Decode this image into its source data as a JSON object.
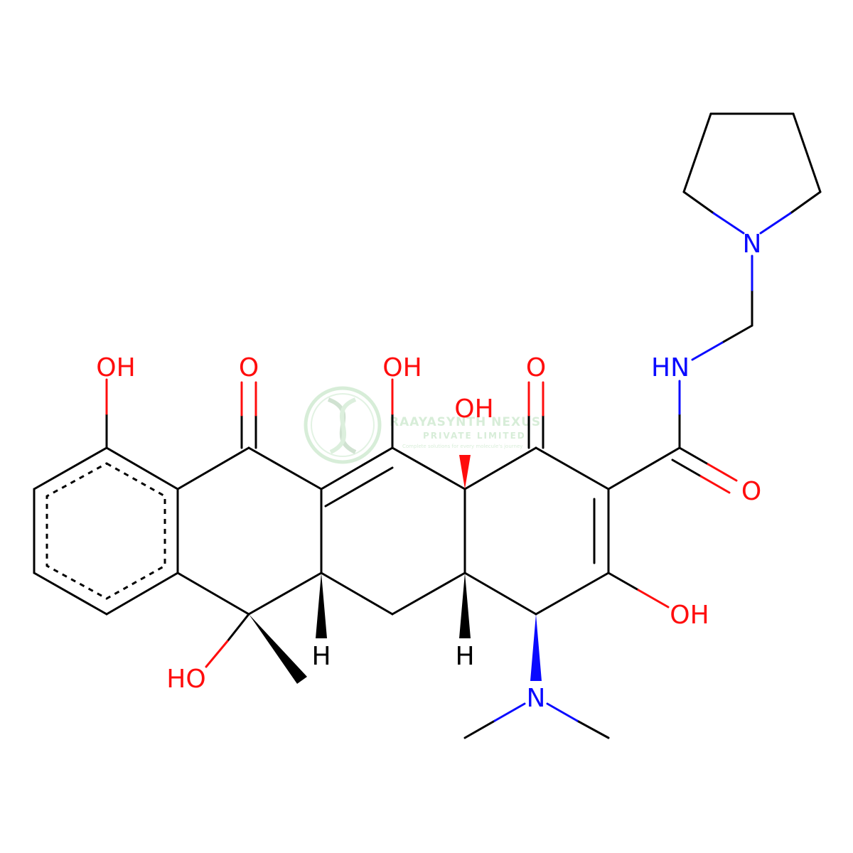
{
  "molecule": {
    "colors": {
      "carbon_bond": "#000000",
      "oxygen": "#ff0d0d",
      "nitrogen": "#0a0aff",
      "hydrogen": "#000000"
    },
    "atom_labels": {
      "oh_top_left": "OH",
      "o_ketone_left": "O",
      "oh_enol": "OH",
      "o_ketone_right": "O",
      "oh_bridgehead": "OH",
      "nh_amide": "HN",
      "o_amide": "O",
      "n_pyrrolidine": "N",
      "oh_ring_right": "OH",
      "ho_bottom": "HO",
      "h_stereo_left": "H",
      "h_stereo_right": "H",
      "n_dimethylamino": "N"
    }
  },
  "watermark": {
    "name": "RAAYASYNTH NEXUS",
    "subtitle": "PRIVATE LIMITED",
    "tagline": "Complete solutions for every molecule's journey",
    "color": "#4caf50"
  }
}
